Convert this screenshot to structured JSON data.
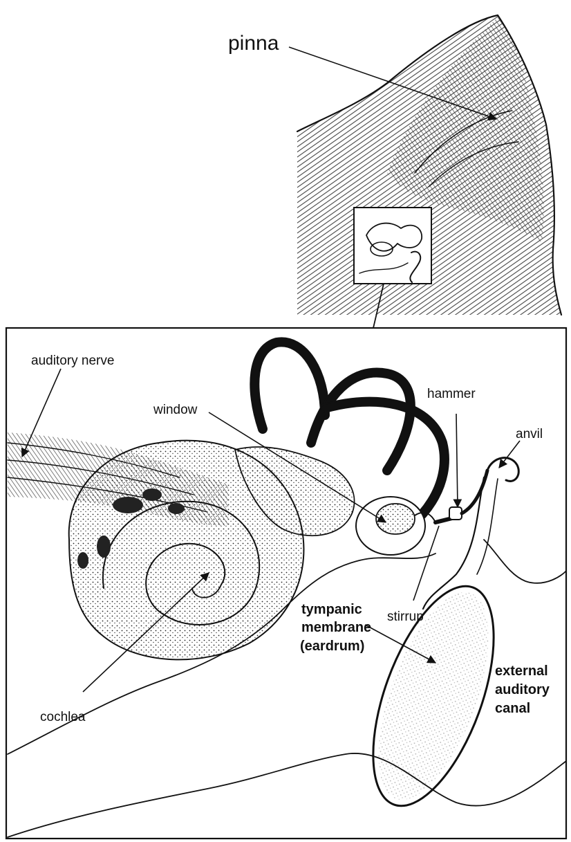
{
  "labels": {
    "pinna": "pinna",
    "auditory_nerve": "auditory nerve",
    "window": "window",
    "hammer": "hammer",
    "anvil": "anvil",
    "stirrup": "stirrup",
    "cochlea": "cochlea",
    "tympanic": [
      "tympanic",
      "membrane",
      "(eardrum)"
    ],
    "external": [
      "external",
      "auditory",
      "canal"
    ]
  },
  "colors": {
    "ink": "#111111",
    "background": "#ffffff"
  }
}
